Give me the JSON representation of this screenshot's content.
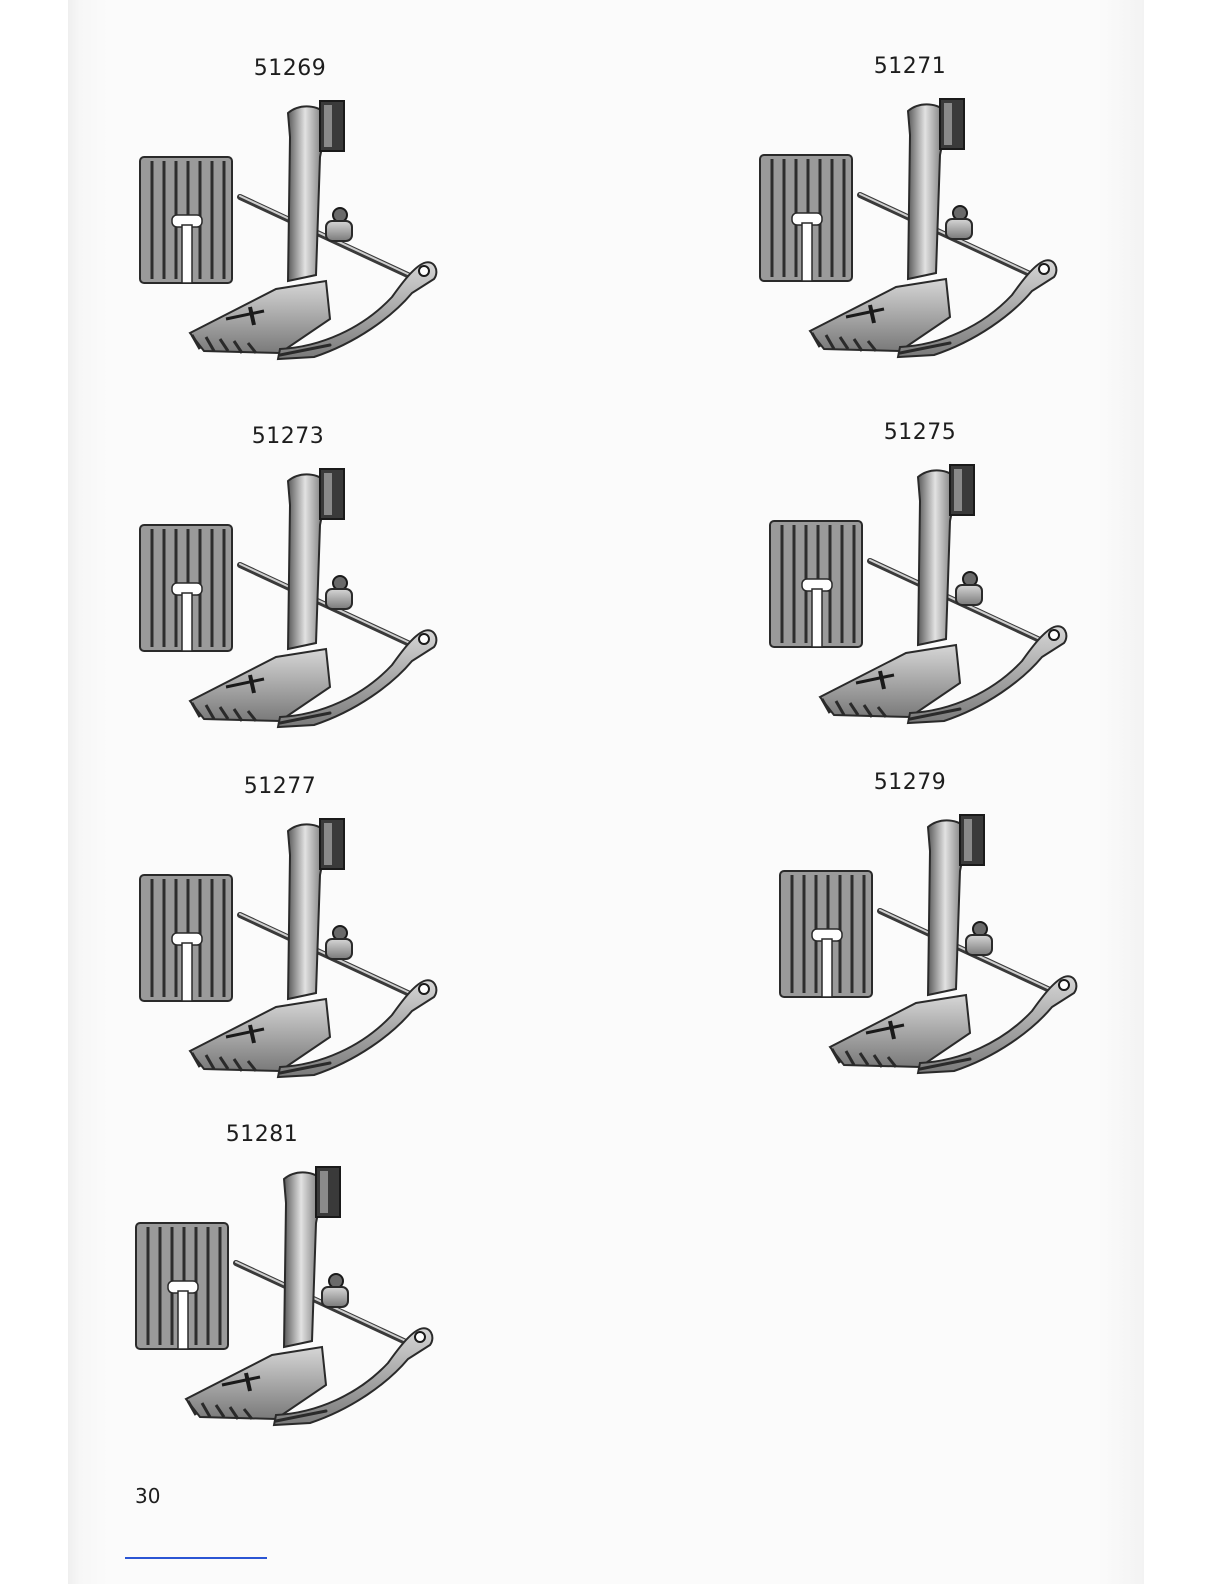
{
  "items": [
    {
      "part_number": "51269"
    },
    {
      "part_number": "51271"
    },
    {
      "part_number": "51273"
    },
    {
      "part_number": "51275"
    },
    {
      "part_number": "51277"
    },
    {
      "part_number": "51279"
    },
    {
      "part_number": "51281"
    }
  ],
  "page_number": "30",
  "icons": [
    "presser-foot-illustration",
    "foot-sole-plate-illustration"
  ],
  "colors": {
    "ink": "#1d1d1d",
    "metal_light": "#d8d8d8",
    "metal_dark": "#3a3a3a",
    "paper": "#fbfbfb"
  }
}
